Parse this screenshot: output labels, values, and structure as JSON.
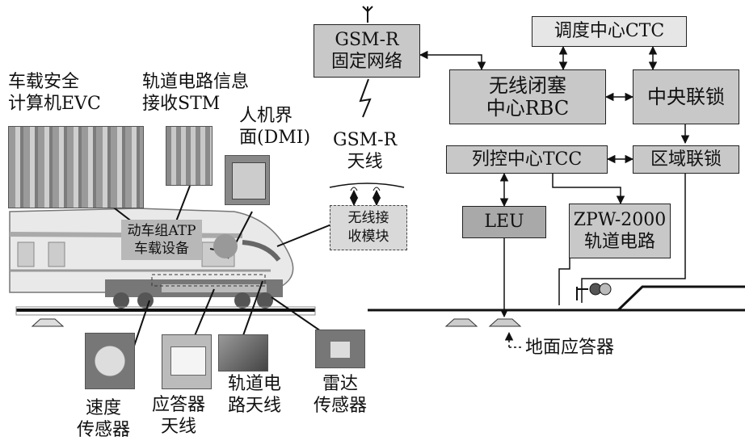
{
  "onboard": {
    "evc_label_1": "车载安全",
    "evc_label_2": "计算机EVC",
    "stm_label_1": "轨道电路信息",
    "stm_label_2": "接收STM",
    "dmi_label_1": "人机界",
    "dmi_label_2": "面(DMI)",
    "atp_label": "动车组ATP\n车载设备",
    "radio_module": "无线接\n收模块",
    "speed_sensor_1": "速度",
    "speed_sensor_2": "传感器",
    "balise_antenna_1": "应答器",
    "balise_antenna_2": "天线",
    "track_antenna_1": "轨道电",
    "track_antenna_2": "路天线",
    "radar_sensor_1": "雷达",
    "radar_sensor_2": "传感器"
  },
  "network": {
    "gsmr_fixed": "GSM-R\n固定网络",
    "gsmr_antenna_1": "GSM-R",
    "gsmr_antenna_2": "天线"
  },
  "wayside": {
    "ctc": "调度中心CTC",
    "rbc": "无线闭塞\n中心RBC",
    "central_interlocking": "中央联锁",
    "tcc": "列控中心TCC",
    "zone_interlocking": "区域联锁",
    "leu": "LEU",
    "zpw": "ZPW-2000\n轨道电路",
    "ground_balise": "地面应答器"
  },
  "colors": {
    "box_fill": "#c8c8c8",
    "box_fill_dark": "#a9a9a9",
    "ctc_fill": "#e6e6e6",
    "line": "#111111"
  }
}
